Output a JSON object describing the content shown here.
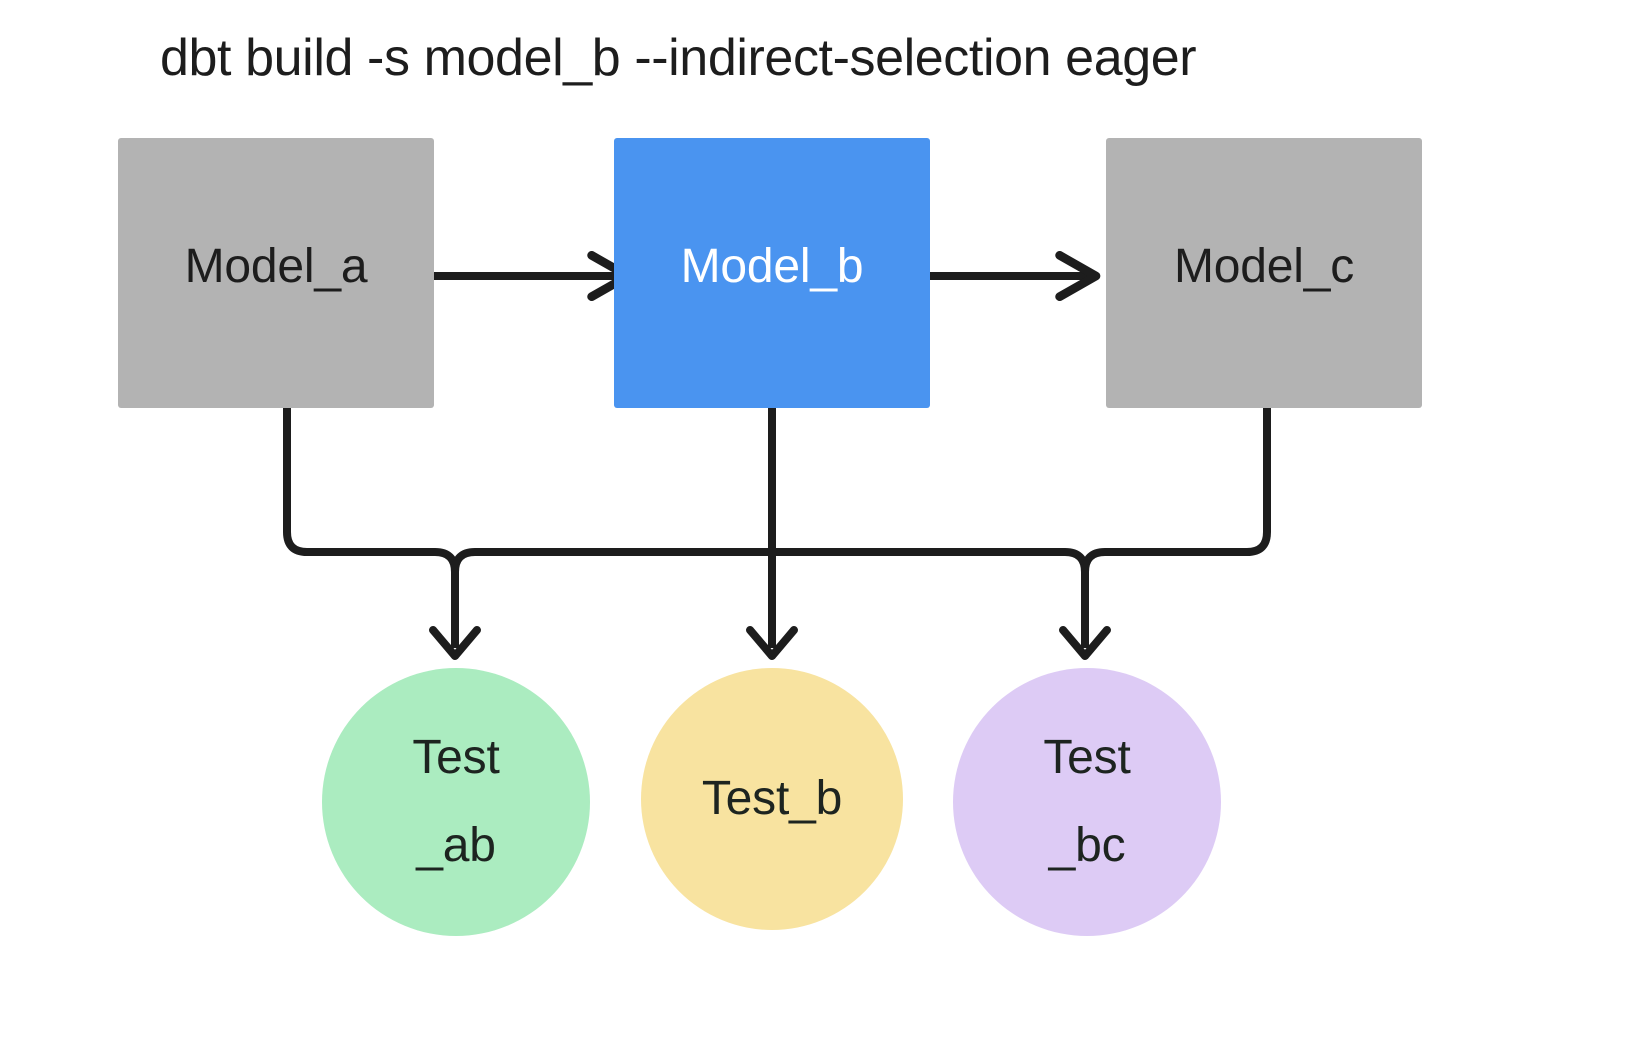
{
  "diagram": {
    "title": "dbt build -s model_b --indirect-selection eager",
    "type": "flow-dag",
    "background_color": "#ffffff",
    "edge_color": "#1d1d1d",
    "models": [
      {
        "id": "model_a",
        "label": "Model_a",
        "shape": "rectangle",
        "fill": "#b3b3b3",
        "text_color": "#1d1d1d",
        "selected": false
      },
      {
        "id": "model_b",
        "label": "Model_b",
        "shape": "rectangle",
        "fill": "#4a94f0",
        "text_color": "#ffffff",
        "selected": true
      },
      {
        "id": "model_c",
        "label": "Model_c",
        "shape": "rectangle",
        "fill": "#b3b3b3",
        "text_color": "#1d1d1d",
        "selected": false
      }
    ],
    "tests": [
      {
        "id": "test_ab",
        "label": "Test\n_ab",
        "shape": "circle",
        "fill": "#abecc0",
        "text_color": "#1d2420"
      },
      {
        "id": "test_b",
        "label": "Test_b",
        "shape": "circle",
        "fill": "#f8e3a0",
        "text_color": "#1d2420"
      },
      {
        "id": "test_bc",
        "label": "Test\n_bc",
        "shape": "circle",
        "fill": "#ddcbf5",
        "text_color": "#1d2420"
      }
    ],
    "edges": [
      {
        "from": "model_a",
        "to": "model_b",
        "style": "arrow-right"
      },
      {
        "from": "model_b",
        "to": "model_c",
        "style": "arrow-right"
      },
      {
        "from": "model_a",
        "to": "test_ab",
        "style": "arrow-down-elbow"
      },
      {
        "from": "model_b",
        "to": "test_ab",
        "style": "arrow-down-elbow"
      },
      {
        "from": "model_b",
        "to": "test_b",
        "style": "arrow-down"
      },
      {
        "from": "model_b",
        "to": "test_bc",
        "style": "arrow-down-elbow"
      },
      {
        "from": "model_c",
        "to": "test_bc",
        "style": "arrow-down-elbow"
      }
    ]
  }
}
